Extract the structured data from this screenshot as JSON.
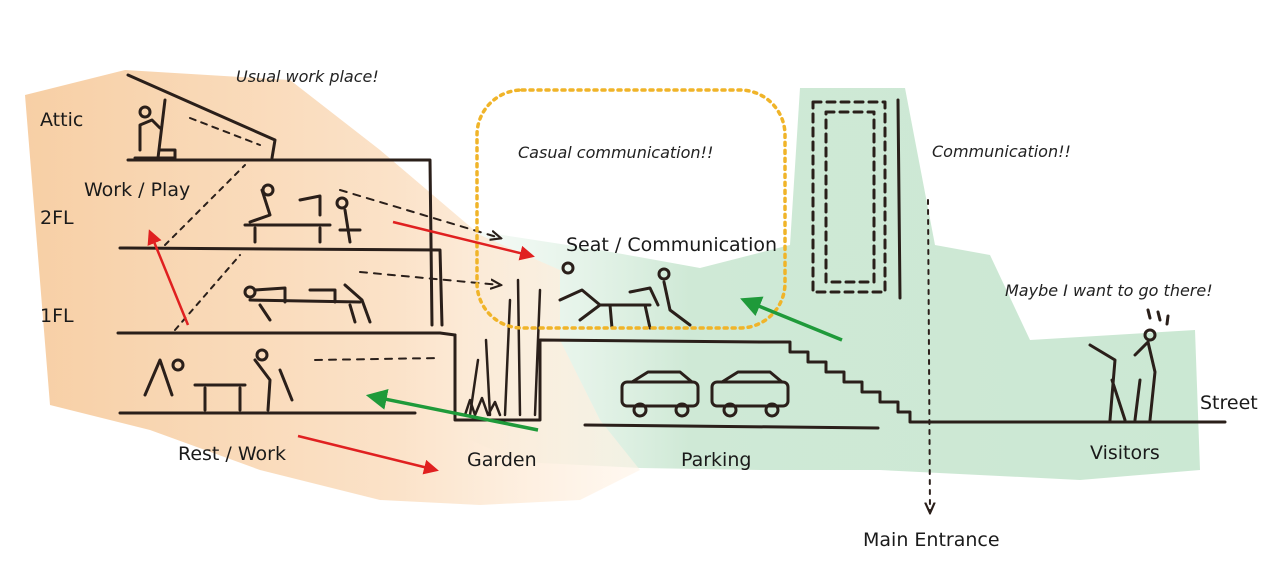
{
  "levels": {
    "attic": "Attic",
    "second_floor": "2FL",
    "first_floor": "1FL"
  },
  "zones": {
    "work_play": "Work / Play",
    "rest_work": "Rest / Work",
    "garden": "Garden",
    "seat_communication": "Seat / Communication",
    "parking": "Parking",
    "visitors": "Visitors",
    "street": "Street",
    "main_entrance": "Main Entrance"
  },
  "notes": {
    "usual_work_place": "Usual work place!",
    "casual_communication": "Casual communication!!",
    "communication": "Communication!!",
    "maybe_go_there": "Maybe I want to go there!"
  },
  "colors": {
    "building_wash": "#f9d9b8",
    "green_wash": "#cfe9d6",
    "focus_box": "#f0b429",
    "ink": "#2a1f1a",
    "red_arrow": "#e02020",
    "green_arrow": "#1f9a3a"
  }
}
